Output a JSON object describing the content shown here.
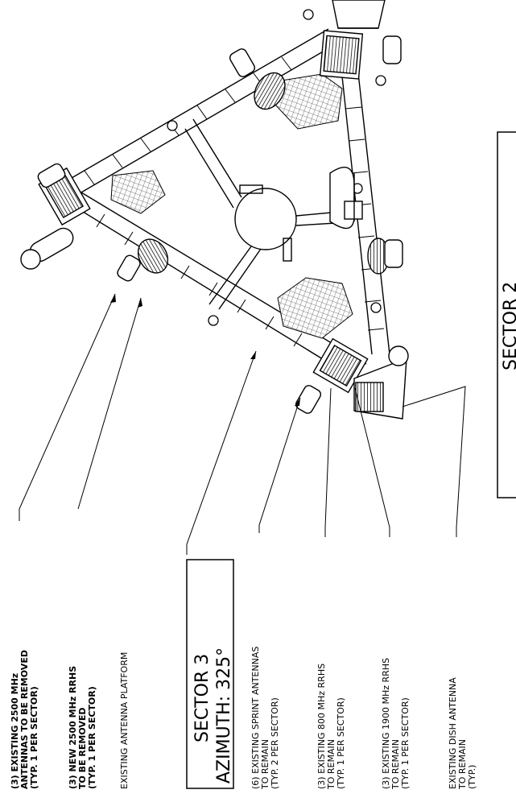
{
  "callouts": [
    {
      "lines": [
        "(3) EXISTING 2500 MHz",
        "ANTENNAS TO BE REMOVED",
        "(TYP. 1 PER SECTOR)"
      ]
    },
    {
      "lines": [
        "(3) NEW 2500 MHz RRHS",
        "TO BE REMOVED",
        "(TYP. 1 PER SECTOR)"
      ]
    },
    {
      "lines": [
        "EXISTING ANTENNA PLATFORM"
      ]
    },
    {
      "lines": [
        "(6) EXISTING SPRINT ANTENNAS",
        "TO REMAIN",
        "(TYP. 2 PER SECTOR)"
      ]
    },
    {
      "lines": [
        "(3) EXISTING 800 MHz RRHS",
        "TO REMAIN",
        "(TYP. 1 PER SECTOR)"
      ]
    },
    {
      "lines": [
        "(3) EXISTING 1900 MHz RRHS",
        "TO REMAIN",
        "(TYP. 1 PER SECTOR)"
      ]
    },
    {
      "lines": [
        "EXISTING DISH ANTENNA",
        "TO REMAIN",
        "(TYP.)"
      ]
    }
  ],
  "sector3": {
    "name": "SECTOR 3",
    "azimuth": "AZIMUTH: 325°"
  },
  "sector2": {
    "name": "SECTOR 2"
  }
}
